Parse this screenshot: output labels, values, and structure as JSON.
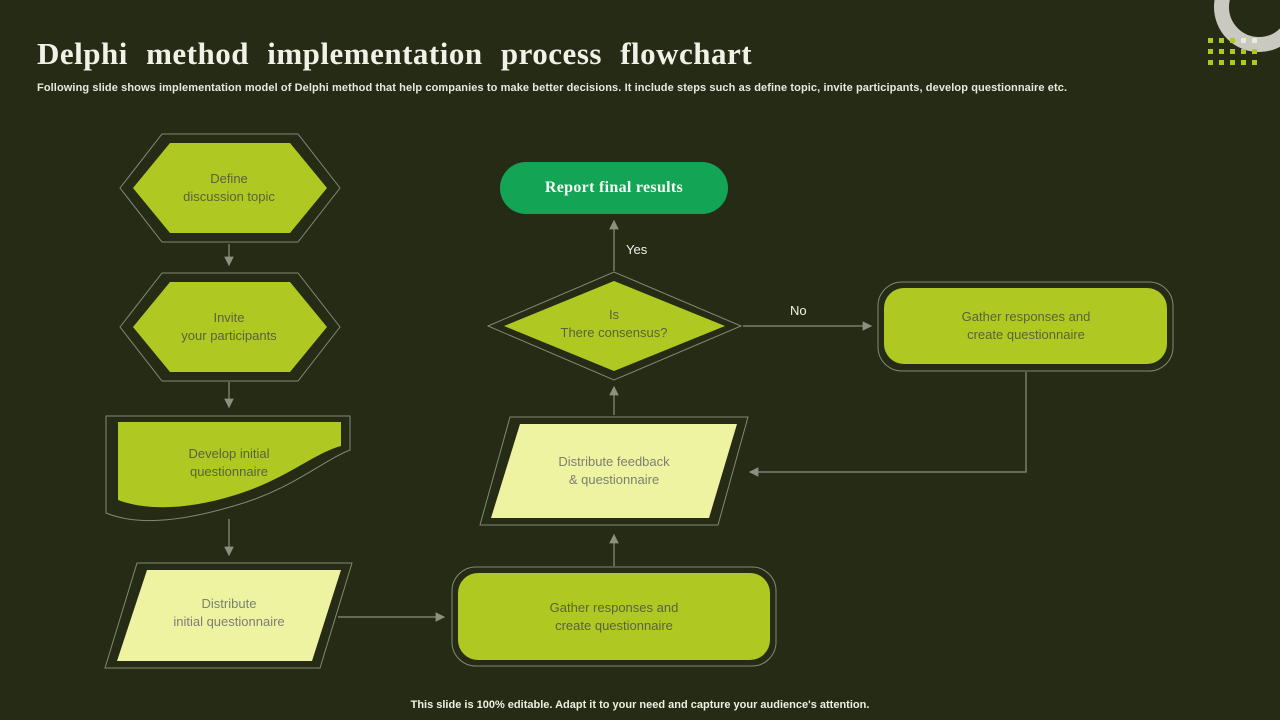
{
  "slide": {
    "title": "Delphi method implementation process flowchart",
    "subtitle": "Following slide shows implementation model of Delphi method that help companies to make better decisions. It include steps such as define topic, invite participants, develop questionnaire etc.",
    "footer": "This slide is 100% editable. Adapt it to your need and capture your audience's attention."
  },
  "colors": {
    "bg": "#262b15",
    "node_green": "#b0c922",
    "node_pale": "#eef3a2",
    "pill_green": "#13a455",
    "line_gray": "#8b9080",
    "outline_gray": "#9aa08c",
    "dot_green": "#b0c922",
    "dot_light": "#e9ebd9"
  },
  "flowchart": {
    "nodes": {
      "define_topic": {
        "shape": "hexagon",
        "line1": "Define",
        "line2": "discussion topic"
      },
      "invite_participants": {
        "shape": "hexagon",
        "line1": "Invite",
        "line2": "your participants"
      },
      "develop_questionnaire": {
        "shape": "document",
        "line1": "Develop initial",
        "line2": "questionnaire"
      },
      "distribute_initial": {
        "shape": "parallelogram",
        "line1": "Distribute",
        "line2": "initial questionnaire"
      },
      "gather_bottom": {
        "shape": "rounded-rect",
        "line1": "Gather responses and",
        "line2": "create questionnaire"
      },
      "distribute_feedback": {
        "shape": "parallelogram",
        "line1": "Distribute feedback",
        "line2": "& questionnaire"
      },
      "consensus_decision": {
        "shape": "diamond",
        "line1": "Is",
        "line2": "There consensus?"
      },
      "gather_right": {
        "shape": "rounded-rect",
        "line1": "Gather responses and",
        "line2": "create questionnaire"
      },
      "report_results": {
        "shape": "pill",
        "label": "Report final results"
      }
    },
    "edge_labels": {
      "yes": "Yes",
      "no": "No"
    }
  },
  "decor": {
    "dots": [
      [
        "g",
        "g",
        "g",
        "l",
        "l"
      ],
      [
        "g",
        "g",
        "g",
        "g",
        "g"
      ],
      [
        "g",
        "g",
        "g",
        "g",
        "g"
      ]
    ]
  }
}
